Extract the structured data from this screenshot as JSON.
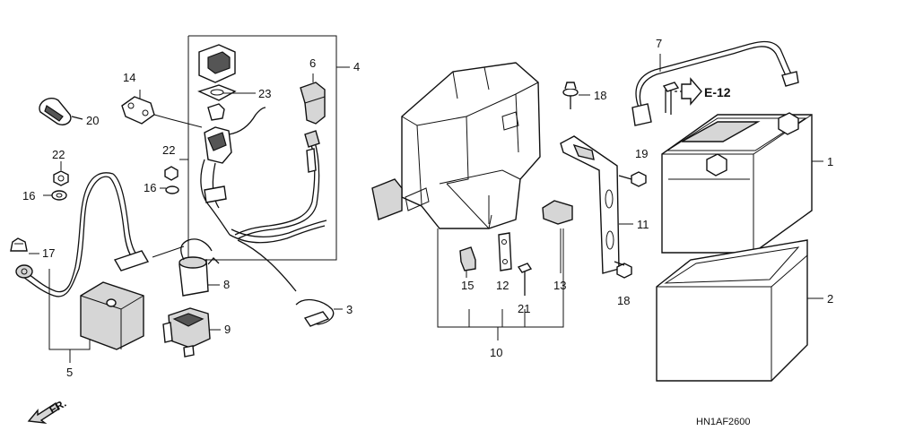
{
  "callouts": {
    "c1": "1",
    "c2": "2",
    "c3": "3",
    "c4": "4",
    "c5": "5",
    "c6": "6",
    "c7": "7",
    "c8": "8",
    "c9": "9",
    "c10": "10",
    "c11": "11",
    "c12": "12",
    "c13": "13",
    "c14": "14",
    "c15": "15",
    "c16a": "16",
    "c16b": "16",
    "c17": "17",
    "c18a": "18",
    "c18b": "18",
    "c19": "19",
    "c20": "20",
    "c21": "21",
    "c22a": "22",
    "c22b": "22",
    "c23": "23"
  },
  "reference": "E-12",
  "front_indicator": "FR.",
  "diagram_code": "HN1AF2600"
}
